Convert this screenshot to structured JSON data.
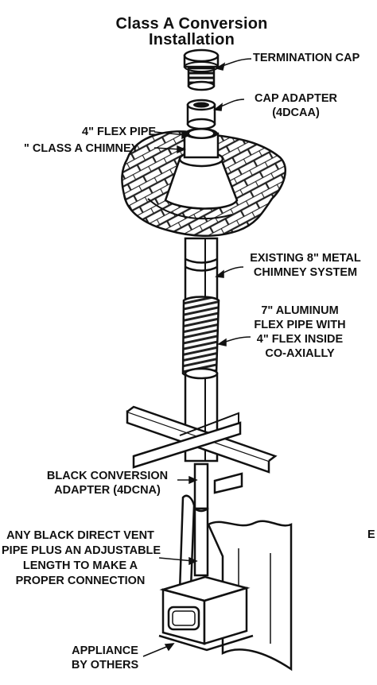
{
  "title": {
    "line1": "Class A Conversion",
    "line2": "Installation"
  },
  "labels": {
    "termination_cap": "TERMINATION CAP",
    "cap_adapter": {
      "line1": "CAP ADAPTER",
      "line2": "(4DCAA)"
    },
    "flex_pipe": "4\" FLEX PIPE",
    "class_a_chimney": "\" CLASS A CHIMNEY",
    "existing_chimney": {
      "line1": "EXISTING 8\" METAL",
      "line2": "CHIMNEY SYSTEM"
    },
    "aluminum_flex": {
      "line1": "7\" ALUMINUM",
      "line2": "FLEX PIPE WITH",
      "line3": "4\" FLEX INSIDE",
      "line4": "CO-AXIALLY"
    },
    "black_adapter": {
      "line1": "BLACK CONVERSION",
      "line2": "ADAPTER (4DCNA)"
    },
    "direct_vent": {
      "line1": "ANY BLACK DIRECT VENT",
      "line2": "PIPE PLUS AN ADJUSTABLE",
      "line3": "LENGTH TO MAKE A",
      "line4": "PROPER CONNECTION"
    },
    "appliance": {
      "line1": "APPLIANCE",
      "line2": "BY OTHERS"
    },
    "cut_off_letter": "E"
  }
}
